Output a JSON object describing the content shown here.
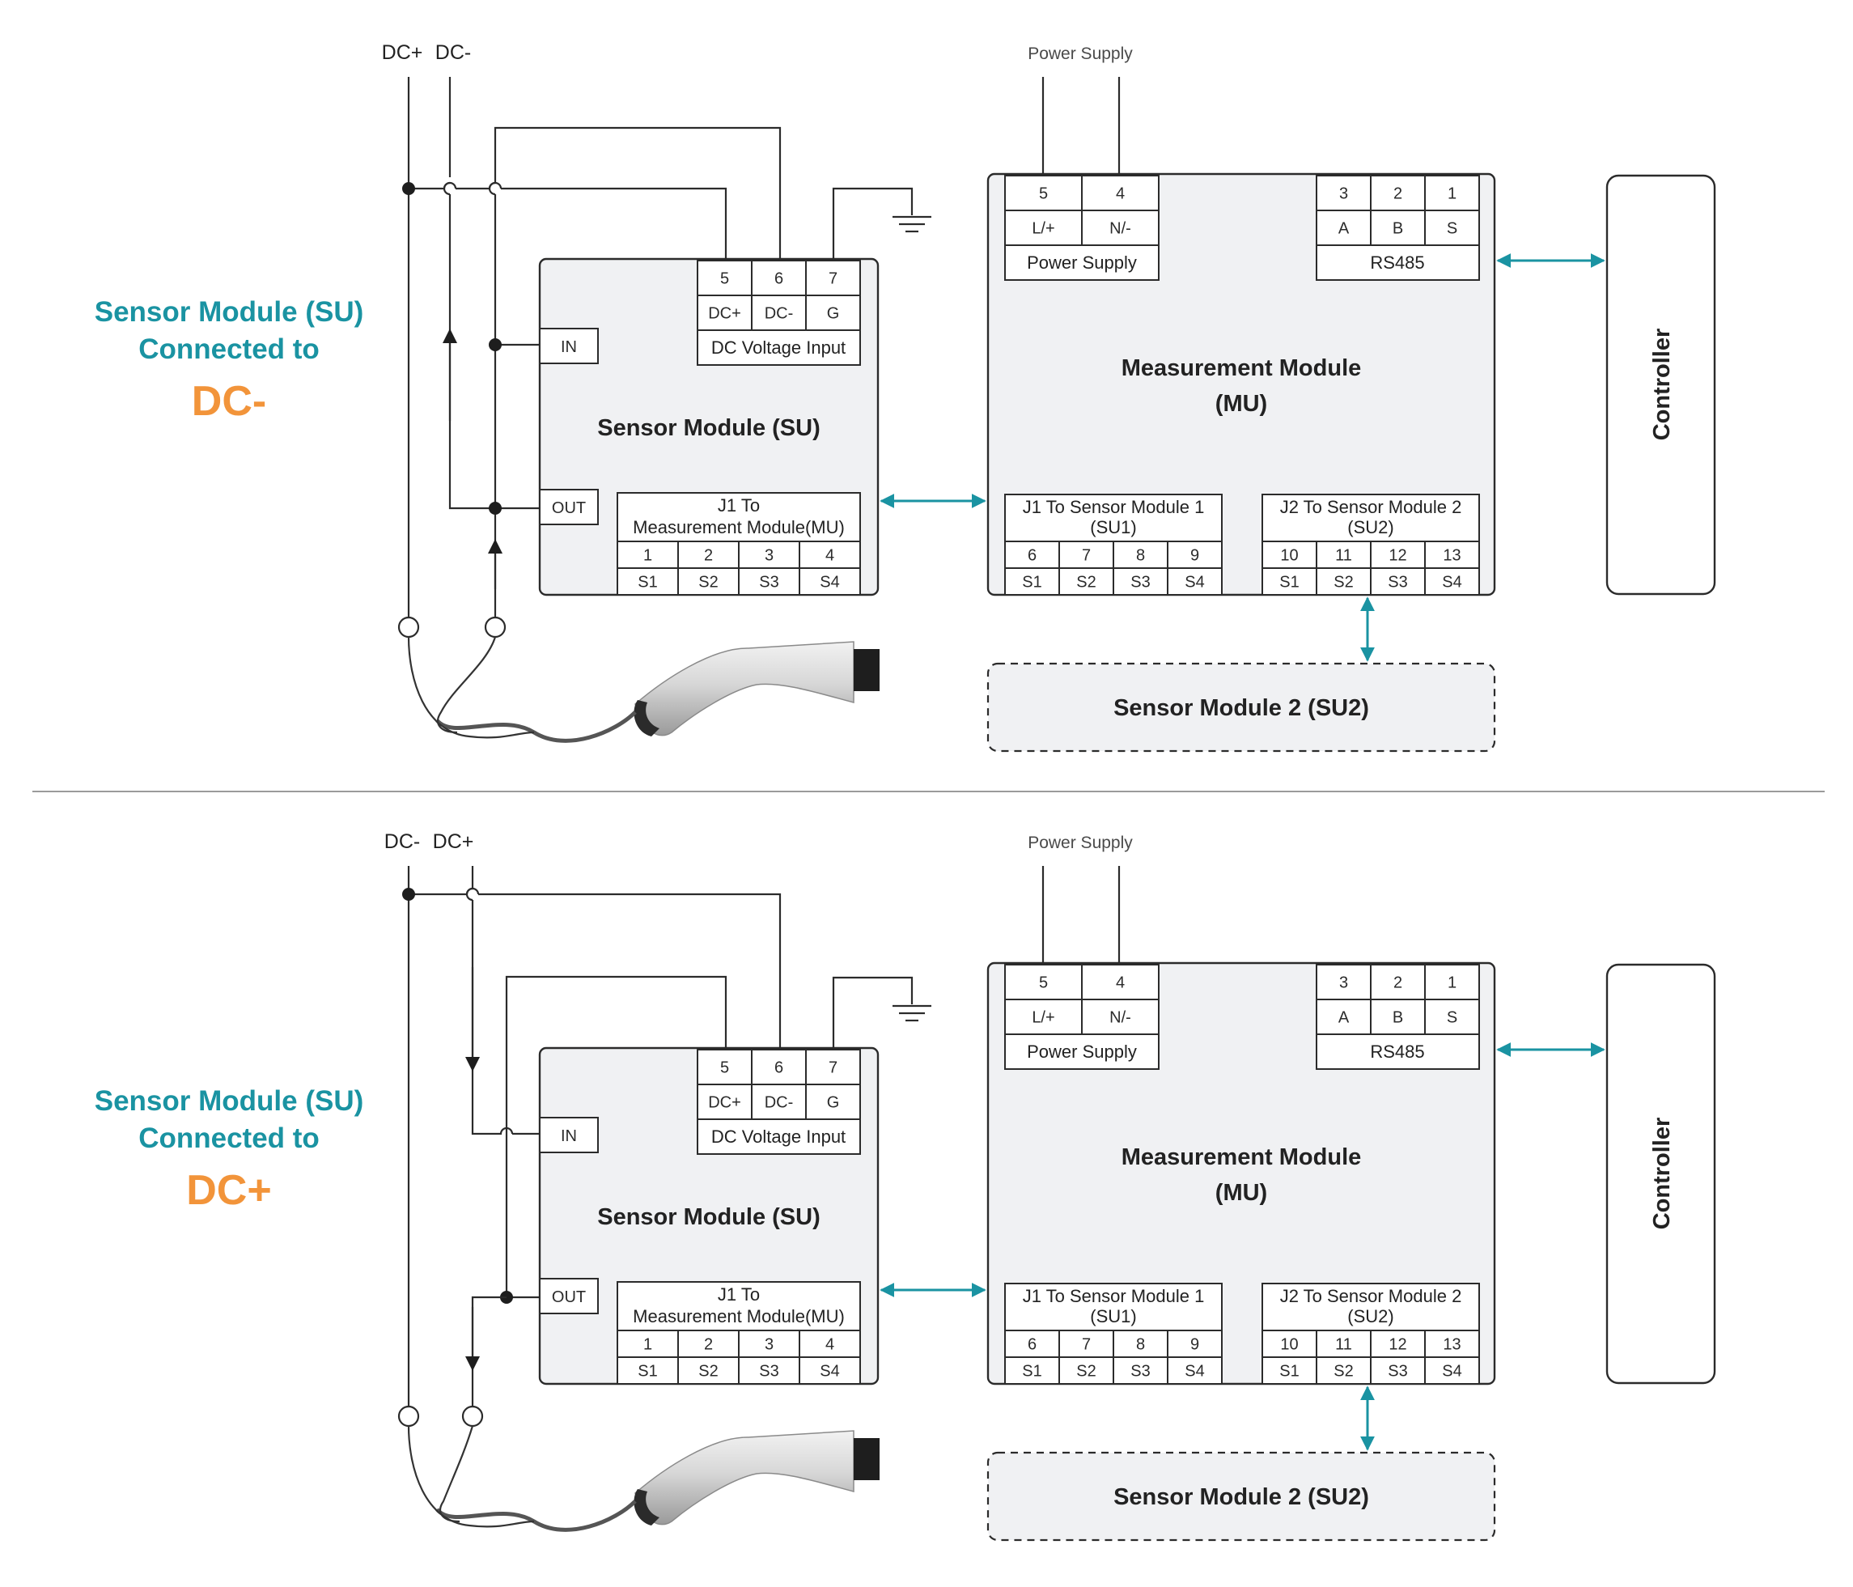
{
  "colors": {
    "accent_teal": "#1a93a2",
    "accent_orange": "#f2943a",
    "module_fill": "#f0f1f3",
    "line": "#2b2b2b"
  },
  "panels": [
    {
      "id": "dc-minus",
      "side_label": {
        "line1": "Sensor Module (SU)",
        "line2": "Connected to",
        "big": "DC-"
      },
      "bus_labels": [
        "DC+",
        "DC-"
      ],
      "power_supply_label": "Power Supply",
      "su": {
        "title": "Sensor Module (SU)",
        "in_label": "IN",
        "out_label": "OUT",
        "dc_input": {
          "pins": [
            "5",
            "6",
            "7"
          ],
          "signals": [
            "DC+",
            "DC-",
            "G"
          ],
          "caption": "DC Voltage Input"
        },
        "j1": {
          "caption_line1": "J1 To",
          "caption_line2": "Measurement Module(MU)",
          "pins": [
            "1",
            "2",
            "3",
            "4"
          ],
          "signals": [
            "S1",
            "S2",
            "S3",
            "S4"
          ]
        }
      },
      "mu": {
        "title_line1": "Measurement Module",
        "title_line2": "(MU)",
        "power": {
          "pins": [
            "5",
            "4"
          ],
          "signals": [
            "L/+",
            "N/-"
          ],
          "caption": "Power Supply"
        },
        "rs485": {
          "pins": [
            "3",
            "2",
            "1"
          ],
          "signals": [
            "A",
            "B",
            "S"
          ],
          "caption": "RS485"
        },
        "j1": {
          "caption_line1": "J1 To Sensor Module 1",
          "caption_line2": "(SU1)",
          "pins": [
            "6",
            "7",
            "8",
            "9"
          ],
          "signals": [
            "S1",
            "S2",
            "S3",
            "S4"
          ]
        },
        "j2": {
          "caption_line1": "J2 To Sensor Module 2",
          "caption_line2": "(SU2)",
          "pins": [
            "10",
            "11",
            "12",
            "13"
          ],
          "signals": [
            "S1",
            "S2",
            "S3",
            "S4"
          ]
        }
      },
      "controller_label": "Controller",
      "su2_label": "Sensor Module 2 (SU2)"
    },
    {
      "id": "dc-plus",
      "side_label": {
        "line1": "Sensor Module (SU)",
        "line2": "Connected to",
        "big": "DC+"
      },
      "bus_labels": [
        "DC-",
        "DC+"
      ],
      "power_supply_label": "Power Supply",
      "su": {
        "title": "Sensor Module (SU)",
        "in_label": "IN",
        "out_label": "OUT",
        "dc_input": {
          "pins": [
            "5",
            "6",
            "7"
          ],
          "signals": [
            "DC+",
            "DC-",
            "G"
          ],
          "caption": "DC Voltage Input"
        },
        "j1": {
          "caption_line1": "J1 To",
          "caption_line2": "Measurement Module(MU)",
          "pins": [
            "1",
            "2",
            "3",
            "4"
          ],
          "signals": [
            "S1",
            "S2",
            "S3",
            "S4"
          ]
        }
      },
      "mu": {
        "title_line1": "Measurement Module",
        "title_line2": "(MU)",
        "power": {
          "pins": [
            "5",
            "4"
          ],
          "signals": [
            "L/+",
            "N/-"
          ],
          "caption": "Power Supply"
        },
        "rs485": {
          "pins": [
            "3",
            "2",
            "1"
          ],
          "signals": [
            "A",
            "B",
            "S"
          ],
          "caption": "RS485"
        },
        "j1": {
          "caption_line1": "J1 To Sensor Module 1",
          "caption_line2": "(SU1)",
          "pins": [
            "6",
            "7",
            "8",
            "9"
          ],
          "signals": [
            "S1",
            "S2",
            "S3",
            "S4"
          ]
        },
        "j2": {
          "caption_line1": "J2 To Sensor Module 2",
          "caption_line2": "(SU2)",
          "pins": [
            "10",
            "11",
            "12",
            "13"
          ],
          "signals": [
            "S1",
            "S2",
            "S3",
            "S4"
          ]
        }
      },
      "controller_label": "Controller",
      "su2_label": "Sensor Module 2 (SU2)"
    }
  ]
}
